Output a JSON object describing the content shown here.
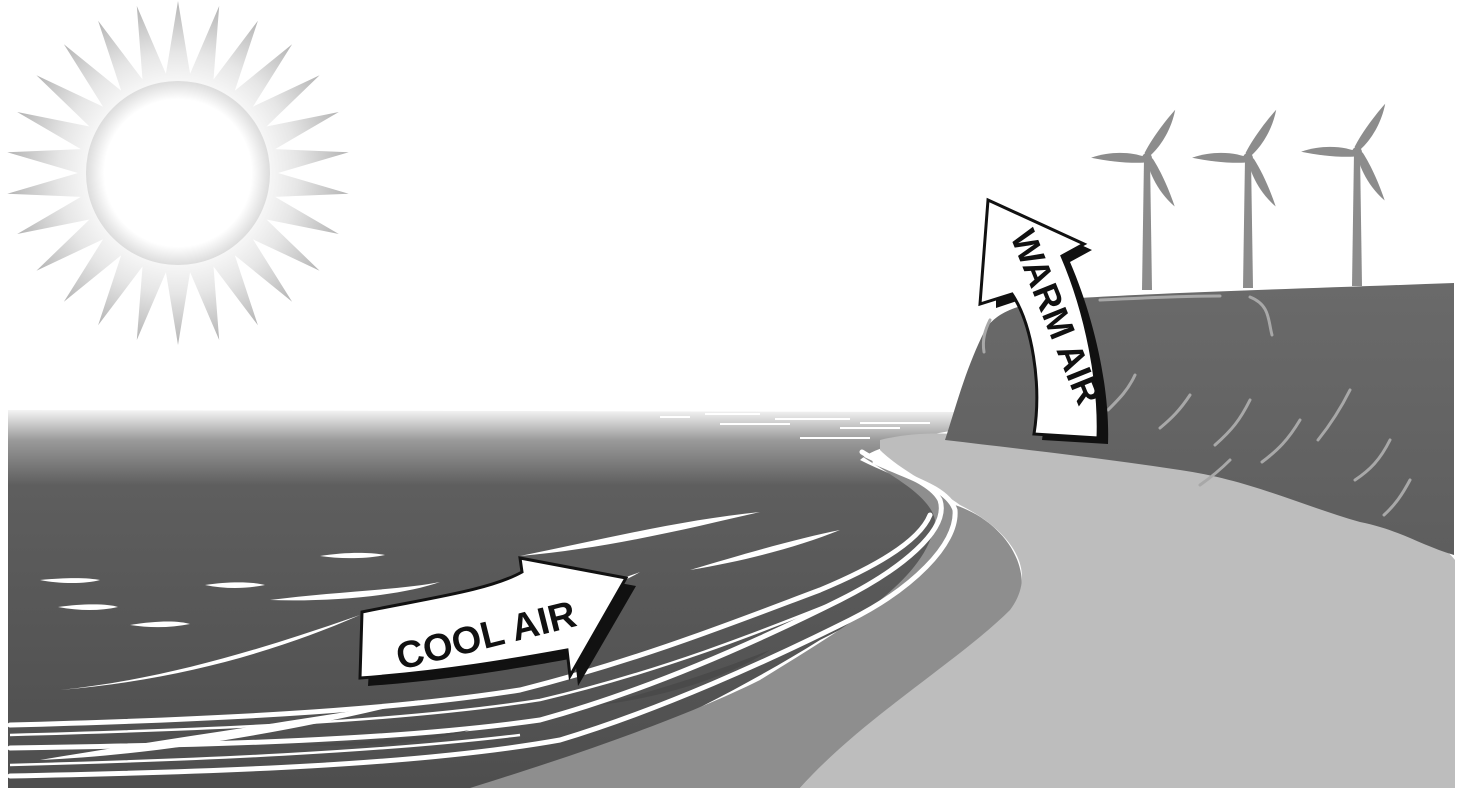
{
  "diagram": {
    "labels": {
      "cool_air": "COOL AIR",
      "warm_air": "WARM AIR"
    },
    "elements": {
      "sun": "sun-icon",
      "sea": "ocean-water",
      "beach": "sandy-beach",
      "cliff": "coastal-cliff",
      "turbines": [
        "wind-turbine-icon",
        "wind-turbine-icon",
        "wind-turbine-icon"
      ]
    },
    "colors": {
      "sea_dark": "#5a5a5a",
      "sea_mid": "#7a7a7a",
      "beach": "#bdbdbd",
      "cliff": "#6e6e6e",
      "turbine": "#8c8c8c",
      "sun_edge": "#b5b5b5",
      "arrow_fill": "#ffffff",
      "arrow_outline": "#111111"
    }
  }
}
